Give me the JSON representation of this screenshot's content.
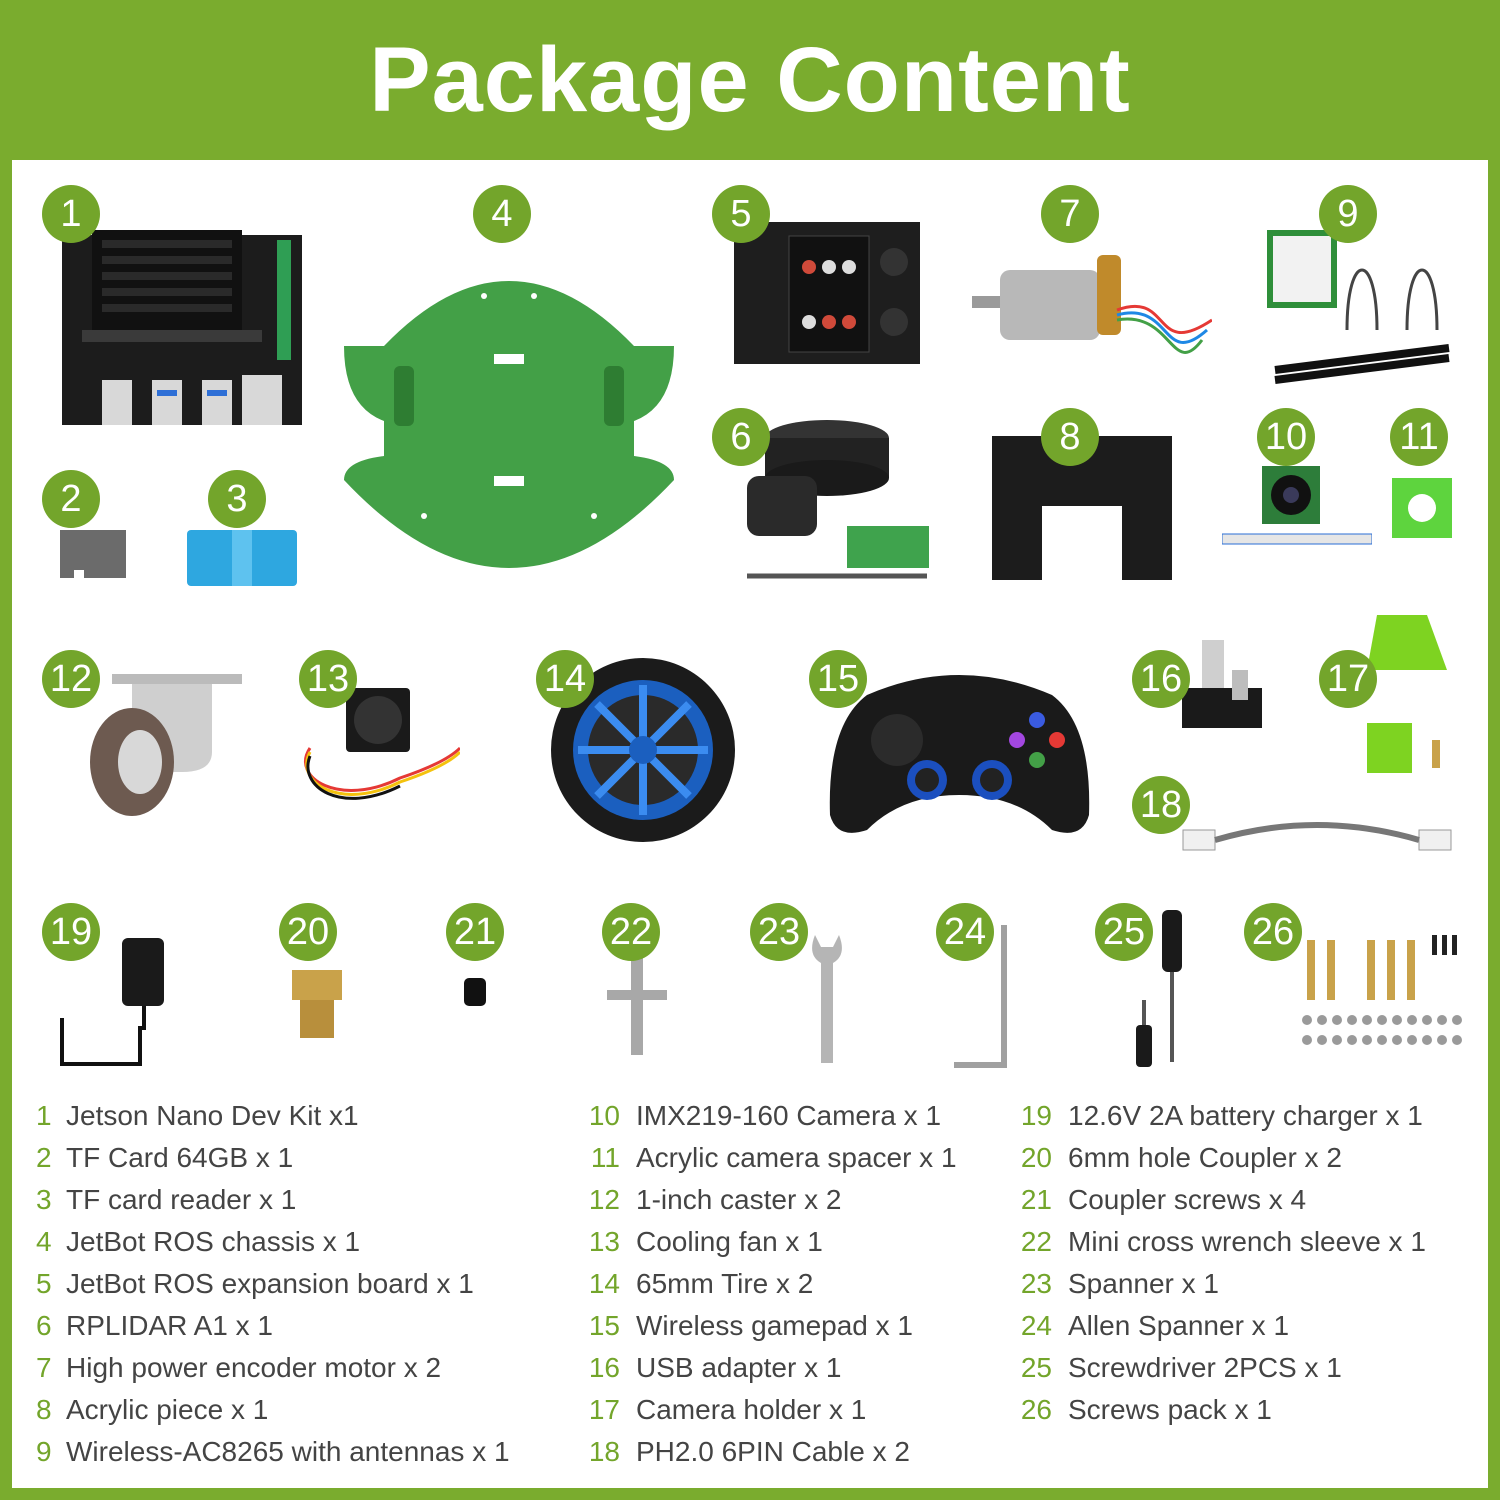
{
  "title": "Package Content",
  "badges": [
    "1",
    "2",
    "3",
    "4",
    "5",
    "6",
    "7",
    "8",
    "9",
    "10",
    "11",
    "12",
    "13",
    "14",
    "15",
    "16",
    "17",
    "18",
    "19",
    "20",
    "21",
    "22",
    "23",
    "24",
    "25",
    "26"
  ],
  "items": [
    {
      "num": "1",
      "label": "Jetson Nano Dev Kit x1"
    },
    {
      "num": "2",
      "label": "TF Card 64GB x 1"
    },
    {
      "num": "3",
      "label": "TF card reader x 1"
    },
    {
      "num": "4",
      "label": "JetBot ROS chassis x 1"
    },
    {
      "num": "5",
      "label": "JetBot ROS expansion board x 1"
    },
    {
      "num": "6",
      "label": "RPLIDAR A1 x 1"
    },
    {
      "num": "7",
      "label": "High power encoder motor x 2"
    },
    {
      "num": "8",
      "label": "Acrylic piece x 1"
    },
    {
      "num": "9",
      "label": "Wireless-AC8265 with antennas x 1"
    },
    {
      "num": "10",
      "label": "IMX219-160 Camera x 1"
    },
    {
      "num": "11",
      "label": "Acrylic camera spacer x 1"
    },
    {
      "num": "12",
      "label": "1-inch caster x 2"
    },
    {
      "num": "13",
      "label": "Cooling fan x 1"
    },
    {
      "num": "14",
      "label": "65mm Tire x 2"
    },
    {
      "num": "15",
      "label": "Wireless gamepad x 1"
    },
    {
      "num": "16",
      "label": "USB adapter x 1"
    },
    {
      "num": "17",
      "label": "Camera holder x 1"
    },
    {
      "num": "18",
      "label": "PH2.0 6PIN Cable x 2"
    },
    {
      "num": "19",
      "label": "12.6V 2A battery charger x 1"
    },
    {
      "num": "20",
      "label": "6mm hole Coupler x 2"
    },
    {
      "num": "21",
      "label": "Coupler screws x 4"
    },
    {
      "num": "22",
      "label": "Mini cross wrench sleeve x 1"
    },
    {
      "num": "23",
      "label": "Spanner x 1"
    },
    {
      "num": "24",
      "label": "Allen Spanner x 1"
    },
    {
      "num": "25",
      "label": "Screwdriver 2PCS x 1"
    },
    {
      "num": "26",
      "label": "Screws pack x 1"
    }
  ],
  "colors": {
    "brand_green": "#7aac2e",
    "badge_green": "#73a52b",
    "text": "#444444"
  }
}
